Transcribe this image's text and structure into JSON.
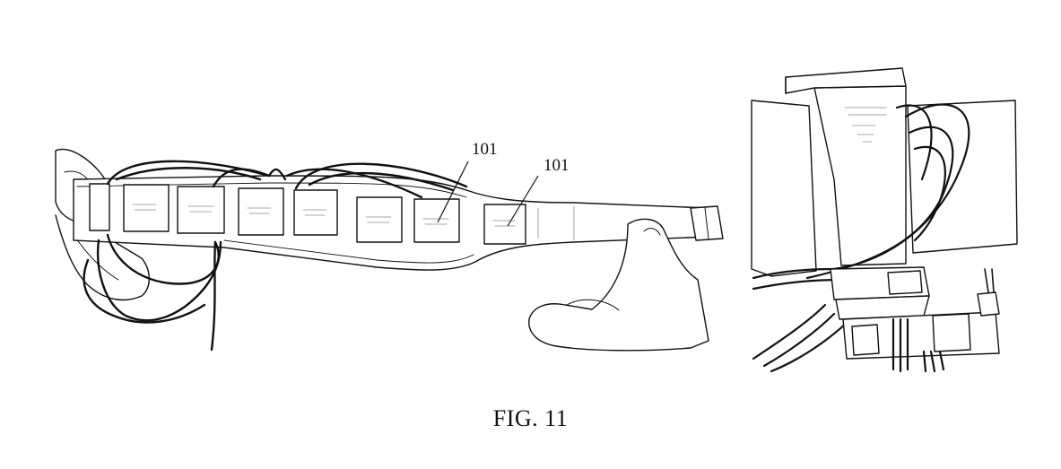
{
  "figure": {
    "caption": "FIG. 11",
    "reference_labels": [
      {
        "id": "left",
        "text": "101"
      },
      {
        "id": "right",
        "text": "101"
      }
    ]
  },
  "colors": {
    "ink": "#111111",
    "paper": "#ffffff",
    "hatch": "#8a8a8a"
  }
}
